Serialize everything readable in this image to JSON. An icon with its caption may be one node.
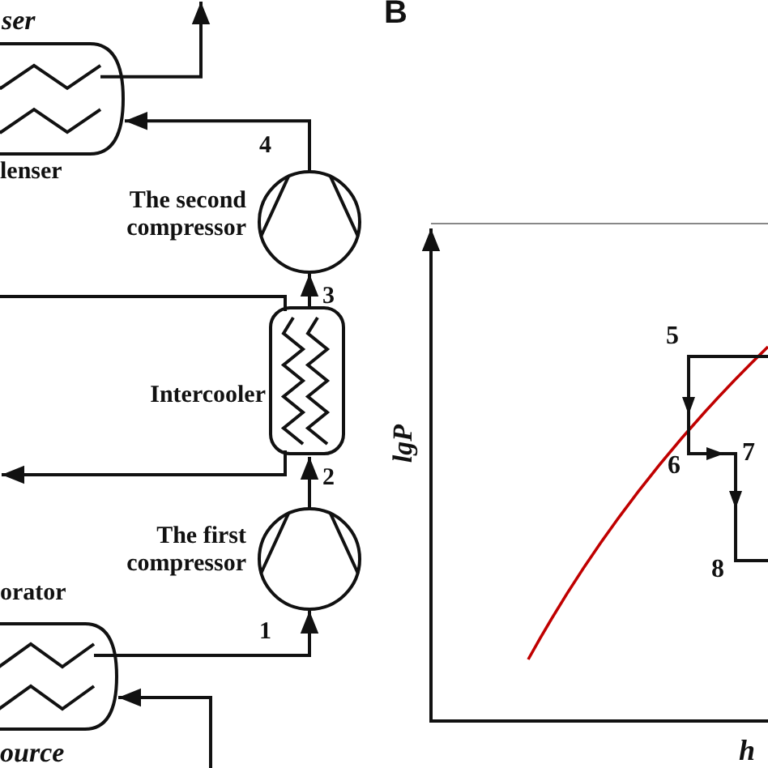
{
  "diagram": {
    "nodes": [
      {
        "text": [
          "lenser"
        ],
        "beside": [
          "ser"
        ]
      },
      {
        "text": [
          "The second compressor"
        ]
      },
      {
        "text": [
          "Intercooler"
        ]
      },
      {
        "text": [
          "The first compressor"
        ]
      },
      {
        "text": [
          "orator"
        ],
        "beside": [
          "ource"
        ]
      }
    ],
    "edges": [
      {
        "from": 4,
        "to": 3,
        "arrow": "to",
        "label": "1"
      },
      {
        "from": 3,
        "to": 2,
        "arrow": "to",
        "label": "2"
      },
      {
        "from": 2,
        "to": 1,
        "arrow": "to",
        "label": "3"
      },
      {
        "from": 1,
        "to": 0,
        "arrow": "to",
        "label": "4"
      },
      {
        "from": 0,
        "to": null,
        "arrow": "to"
      },
      {
        "from": null,
        "to": 2,
        "arrow": "none"
      },
      {
        "from": 2,
        "to": null,
        "arrow": "to"
      },
      {
        "from": null,
        "to": 4,
        "arrow": "to"
      }
    ],
    "labels": [
      "B",
      "5",
      "lgP",
      "6",
      "7",
      "8",
      "h"
    ]
  }
}
